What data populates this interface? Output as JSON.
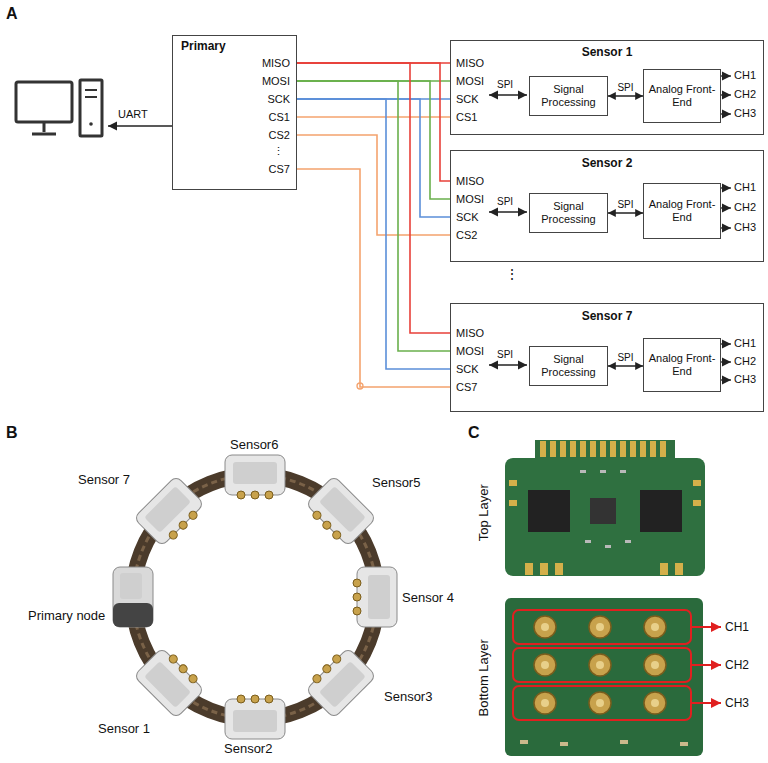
{
  "diagram": {
    "nodes": [
      {
        "text": [
          "Primary",
          "MISO",
          "MOSI",
          "SCK",
          "CS1",
          "CS2",
          "⋮",
          "CS7"
        ]
      },
      {
        "text": [
          "Sensor 1",
          "MISO",
          "MOSI",
          "SCK",
          "CS1"
        ]
      },
      {
        "text": [
          "Signal Processing"
        ],
        "in": 1
      },
      {
        "text": [
          "Analog Front-End"
        ],
        "in": 1
      },
      {
        "text": [
          "Sensor 2",
          "MISO",
          "MOSI",
          "SCK",
          "CS2"
        ]
      },
      {
        "text": [
          "Signal Processing"
        ],
        "in": 4
      },
      {
        "text": [
          "Analog Front-End"
        ],
        "in": 4
      },
      {
        "text": [
          "Sensor 7",
          "MISO",
          "MOSI",
          "SCK",
          "CS7"
        ]
      },
      {
        "text": [
          "Signal Processing"
        ],
        "in": 7
      },
      {
        "text": [
          "Analog Front-End"
        ],
        "in": 7
      }
    ],
    "edges": [
      {
        "from": 0,
        "to": 1,
        "arrow": "none"
      },
      {
        "from": 0,
        "to": 1,
        "arrow": "none"
      },
      {
        "from": 0,
        "to": 1,
        "arrow": "none"
      },
      {
        "from": 0,
        "to": 1,
        "arrow": "none"
      },
      {
        "from": 0,
        "to": 4,
        "arrow": "none"
      },
      {
        "from": 0,
        "to": 4,
        "arrow": "none"
      },
      {
        "from": 0,
        "to": 4,
        "arrow": "none"
      },
      {
        "from": 0,
        "to": 4,
        "arrow": "none"
      },
      {
        "from": 0,
        "to": 7,
        "arrow": "none"
      },
      {
        "from": 0,
        "to": 7,
        "arrow": "none"
      },
      {
        "from": 0,
        "to": 7,
        "arrow": "none"
      },
      {
        "from": 0,
        "to": 7,
        "arrow": "none"
      },
      {
        "from": 2,
        "to": 3,
        "label": "SPI",
        "arrow": "both"
      },
      {
        "from": 5,
        "to": 6,
        "label": "SPI",
        "arrow": "both"
      },
      {
        "from": 8,
        "to": 9,
        "label": "SPI",
        "arrow": "both"
      }
    ],
    "labels": [
      "A",
      "UART",
      "SPI",
      "CH1",
      "CH2",
      "CH3",
      "SPI",
      "CH1",
      "CH2",
      "CH3",
      "⋮",
      "SPI",
      "CH1",
      "CH2",
      "CH3",
      "B",
      "Sensor6",
      "Sensor 7",
      "Sensor5",
      "Sensor 4",
      "Primary node",
      "Sensor 1",
      "Sensor2",
      "Sensor3",
      "C",
      "Top Layer",
      "Bottom Layer",
      "CH1",
      "CH2",
      "CH3"
    ]
  }
}
